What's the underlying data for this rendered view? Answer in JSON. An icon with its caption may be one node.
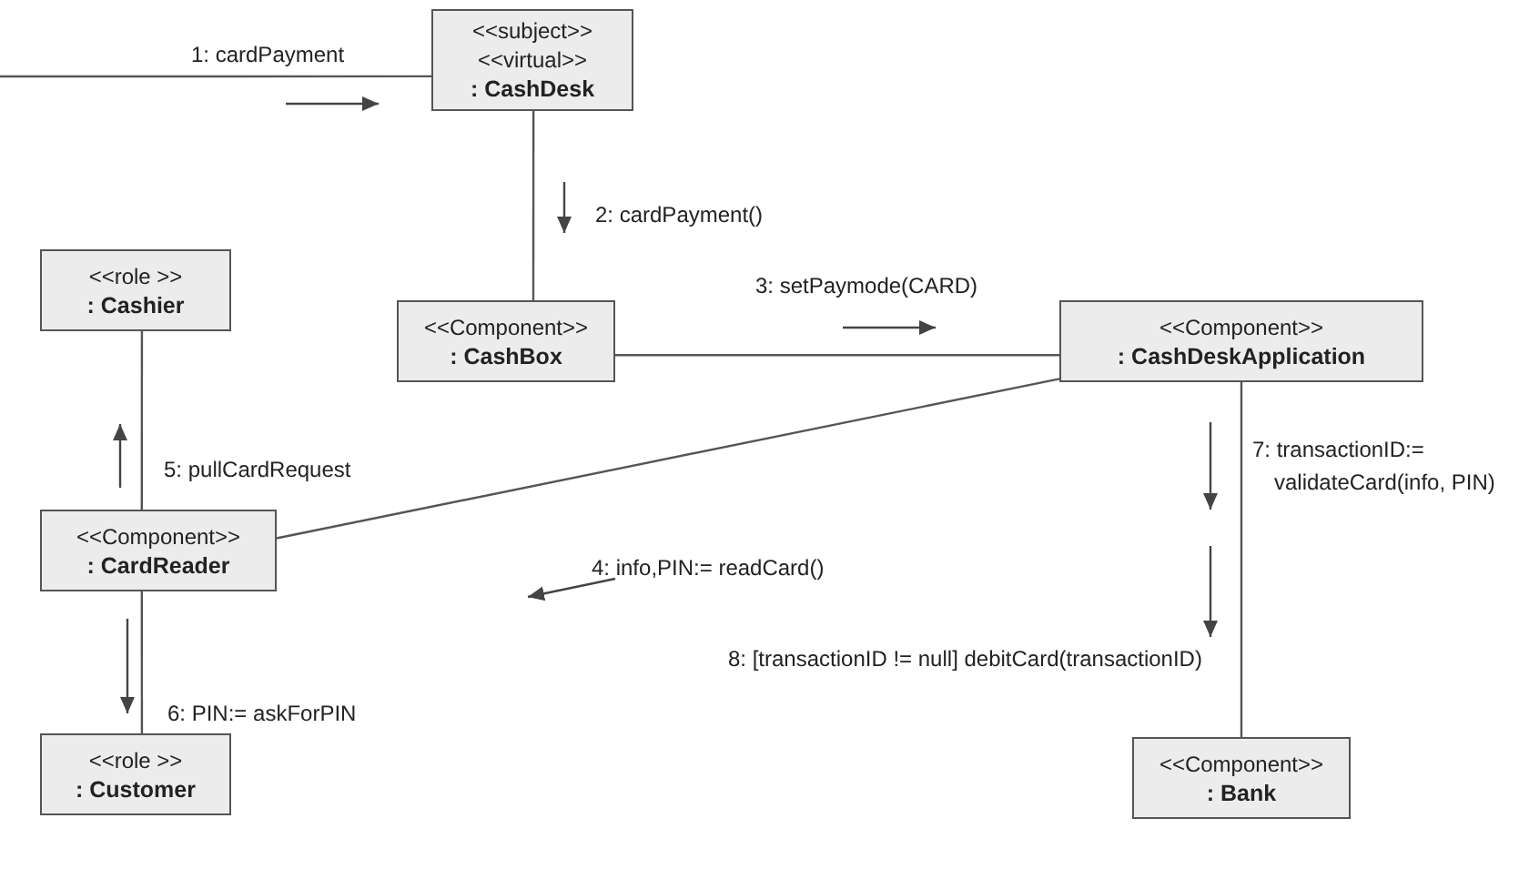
{
  "diagram": {
    "nodes": [
      {
        "text": [
          "<<subject>>",
          "<<virtual>>",
          ": CashDesk"
        ]
      },
      {
        "text": [
          "<<role >>",
          ": Cashier"
        ]
      },
      {
        "text": [
          "<<Component>>",
          ": CashBox"
        ]
      },
      {
        "text": [
          "<<Component>>",
          ": CashDeskApplication"
        ]
      },
      {
        "text": [
          "<<Component>>",
          ": CardReader"
        ]
      },
      {
        "text": [
          "<<role >>",
          ": Customer"
        ]
      },
      {
        "text": [
          "<<Component>>",
          ": Bank"
        ]
      }
    ],
    "edges": [
      {
        "from": null,
        "to": 0,
        "arrow": "none",
        "label": "1: cardPayment"
      },
      {
        "from": 0,
        "to": 2,
        "arrow": "none",
        "label": "2: cardPayment()"
      },
      {
        "from": 2,
        "to": 3,
        "arrow": "none",
        "label": "3: setPaymode(CARD)"
      },
      {
        "from": 3,
        "to": 4,
        "arrow": "none",
        "label": "4: info,PIN:= readCard()"
      },
      {
        "from": 4,
        "to": 1,
        "arrow": "none",
        "label": "5: pullCardRequest"
      },
      {
        "from": 4,
        "to": 5,
        "arrow": "none",
        "label": "6: PIN:= askForPIN"
      },
      {
        "from": 3,
        "to": 6,
        "arrow": "none",
        "label": "8: [transactionID != null] debitCard(transactionID)"
      }
    ],
    "labels": [
      "7: transactionID:= validateCard(info, PIN)"
    ]
  }
}
